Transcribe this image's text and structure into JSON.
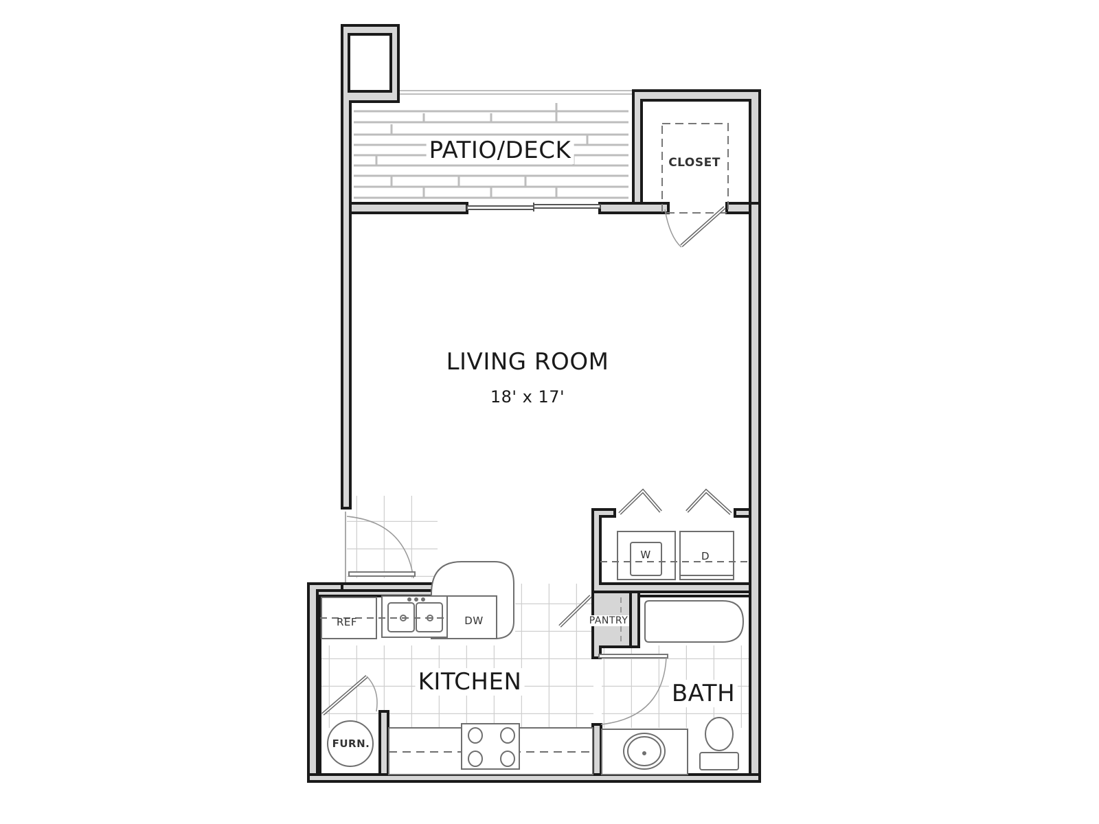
{
  "floorplan": {
    "rooms": {
      "patio": {
        "label": "PATIO/DECK"
      },
      "closet": {
        "label": "CLOSET"
      },
      "living": {
        "label": "LIVING ROOM",
        "dimensions": "18' x 17'"
      },
      "kitchen": {
        "label": "KITCHEN"
      },
      "bath": {
        "label": "BATH"
      },
      "pantry": {
        "label": "PANTRY"
      }
    },
    "fixtures": {
      "refrigerator": "REF",
      "dishwasher": "DW",
      "washer": "W",
      "dryer": "D",
      "furnace": "FURN."
    },
    "colors": {
      "wall_outline": "#1a1a1a",
      "wall_fill": "#d6d6d6",
      "tile_lines": "#c8c8c8",
      "fixture_lines": "#6e6e6e",
      "background": "#ffffff"
    }
  }
}
